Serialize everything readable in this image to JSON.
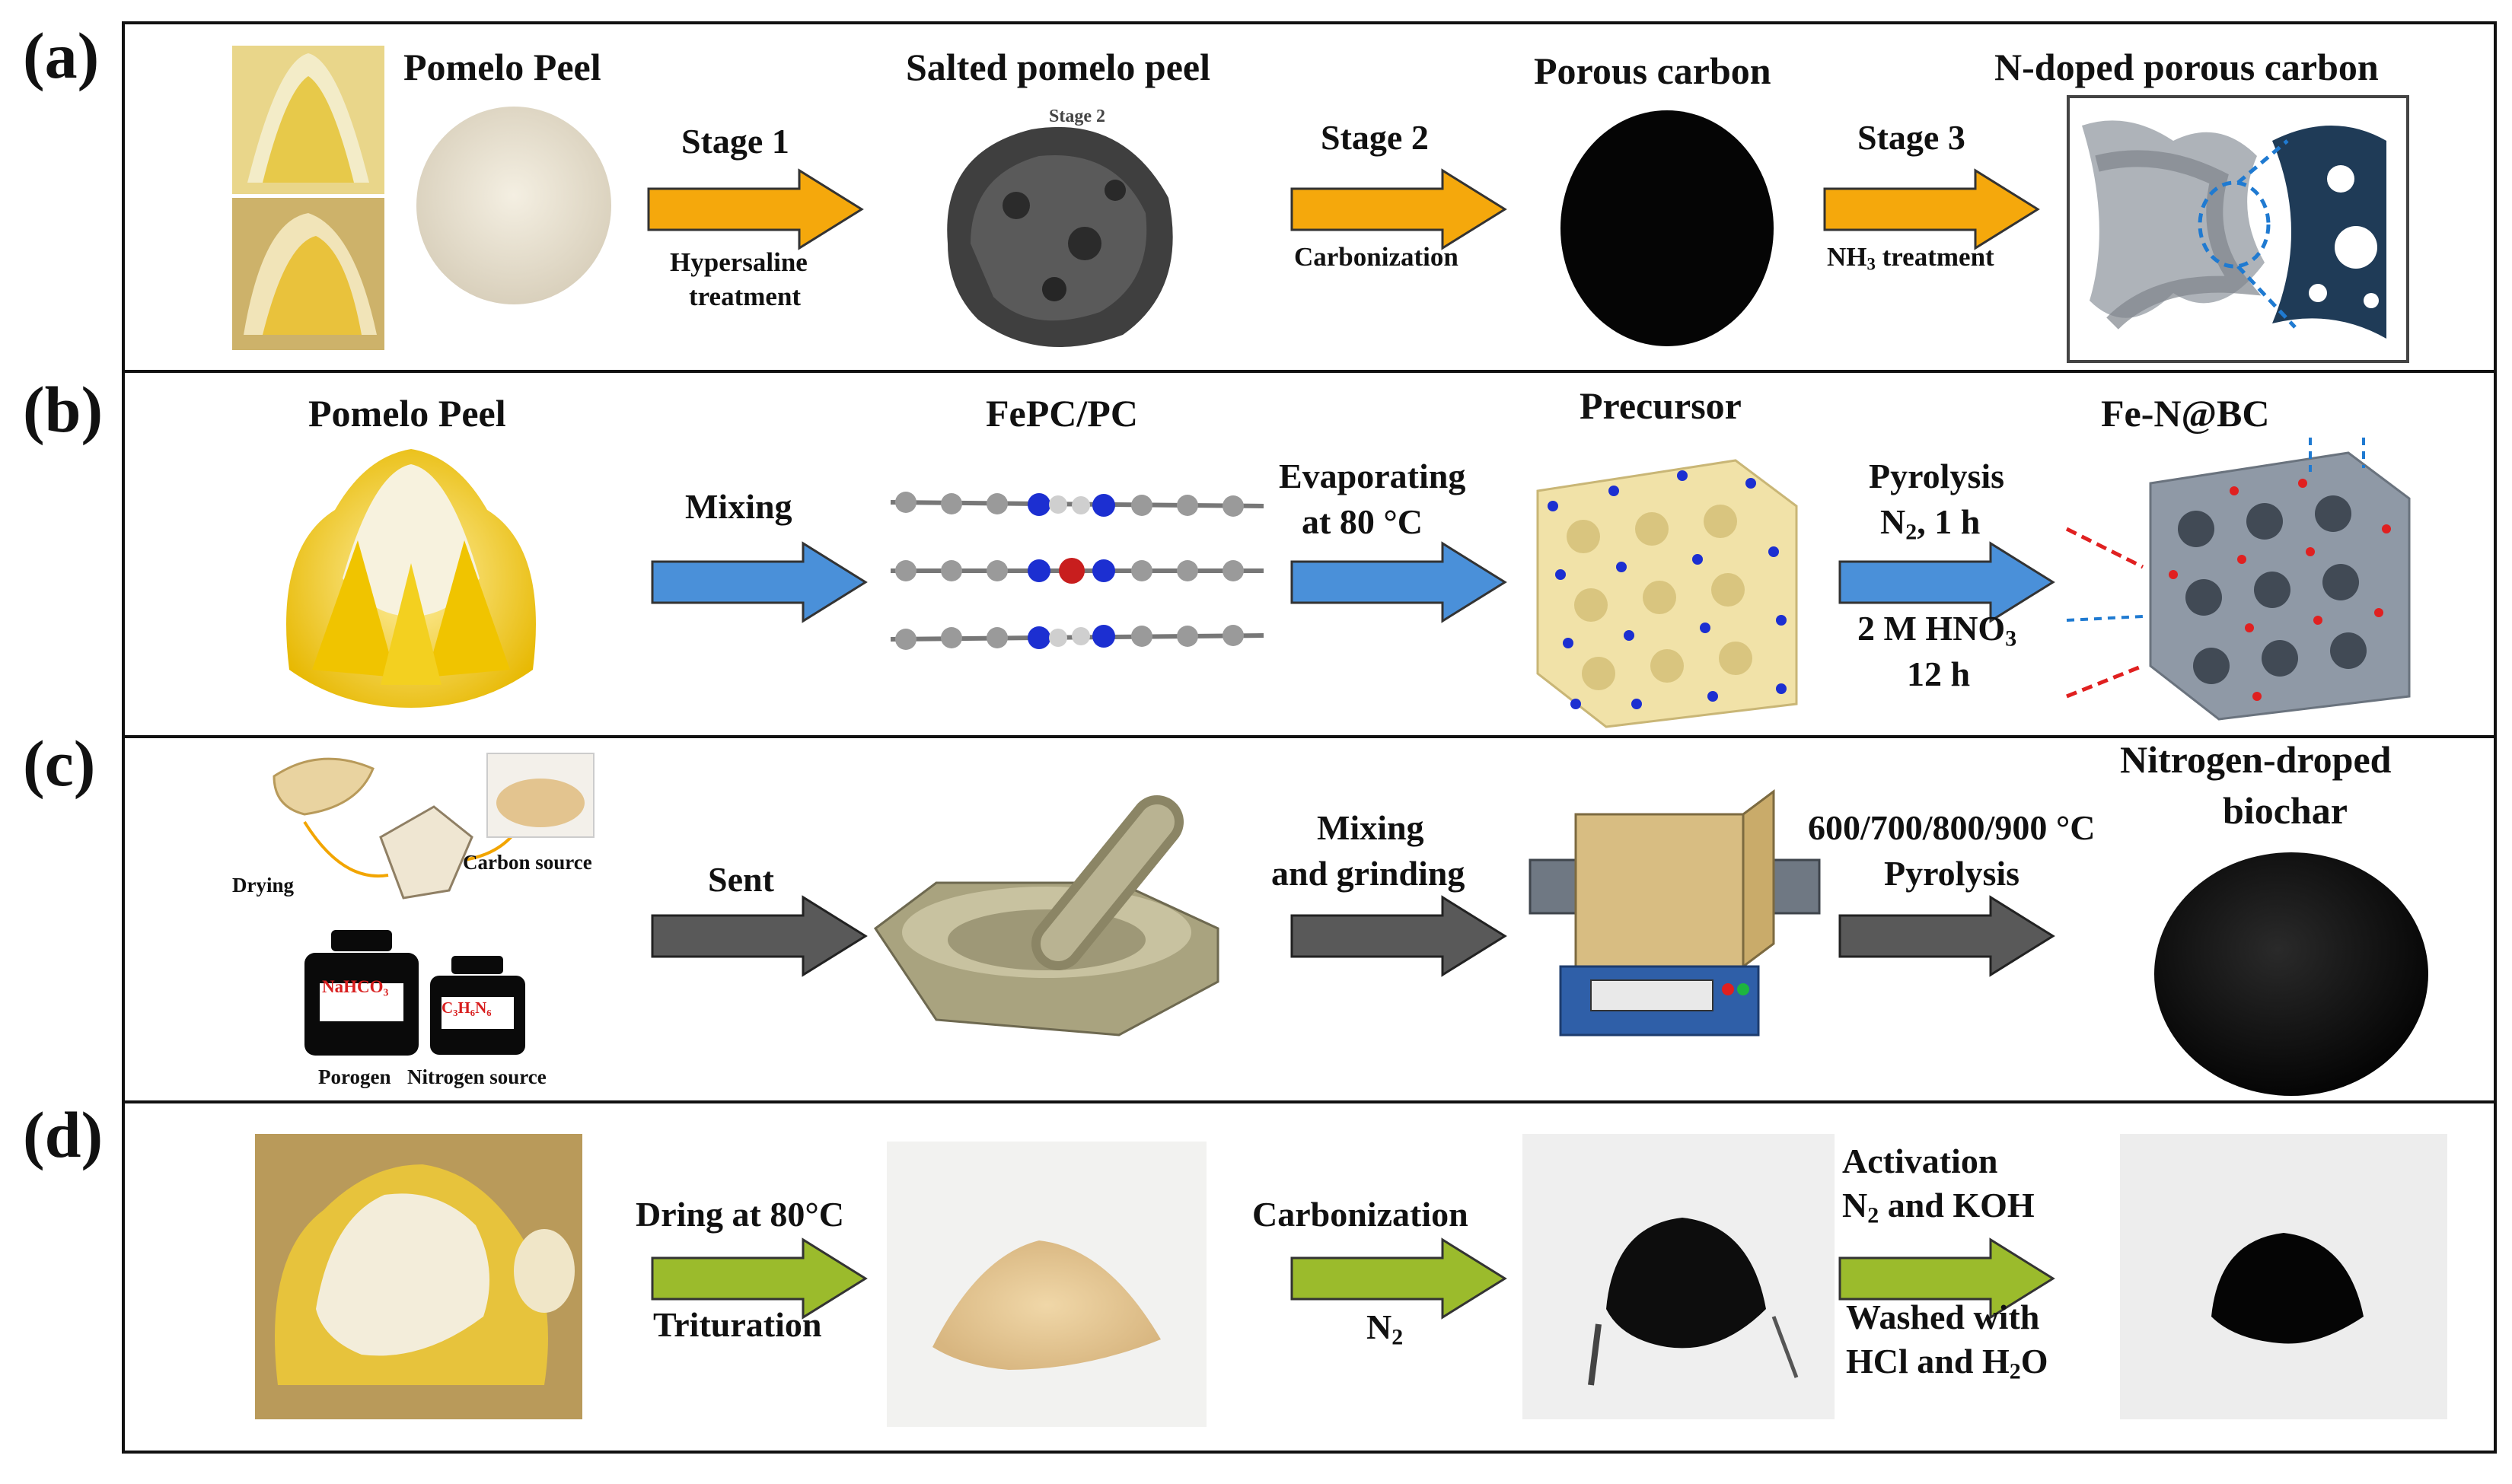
{
  "panels": {
    "a": {
      "letter": "(a)",
      "pomelo_peel": "Pomelo Peel",
      "salted": "Salted pomelo peel",
      "salted_overlay": "Stage 2",
      "porous": "Porous carbon",
      "ndoped": "N-doped porous carbon",
      "stage1": "Stage 1",
      "stage1_desc_1": "Hypersaline",
      "stage1_desc_2": "treatment",
      "stage2": "Stage 2",
      "stage2_desc": "Carbonization",
      "stage3": "Stage 3",
      "stage3_desc_pre": "NH",
      "stage3_desc_sub": "3",
      "stage3_desc_post": " treatment",
      "arrow_color": "#F5A80C"
    },
    "b": {
      "letter": "(b)",
      "pomelo_peel": "Pomelo Peel",
      "mixing": "Mixing",
      "fepc": "FePC/PC",
      "evap_1": "Evaporating",
      "evap_2": "at 80 °C",
      "precursor": "Precursor",
      "pyro_1": "Pyrolysis",
      "pyro_2_pre": "N",
      "pyro_2_sub": "2",
      "pyro_2_post": ", 1 h",
      "acid_pre": "2 M HNO",
      "acid_sub": "3",
      "acid_time": "12 h",
      "product": "Fe-N@BC",
      "arrow_color": "#4A90D9"
    },
    "c": {
      "letter": "(c)",
      "drying": "Drying",
      "carbon_source": "Carbon source",
      "nahco3": "NaHCO₃",
      "c3h6n6": "C₃H₆N₆",
      "porogen": "Porogen",
      "nitrogen_source": "Nitrogen source",
      "sent": "Sent",
      "mix_1": "Mixing",
      "mix_2": "and grinding",
      "temps": "600/700/800/900 °C",
      "pyrolysis": "Pyrolysis",
      "product_1": "Nitrogen-droped",
      "product_2": "biochar",
      "arrow_color": "#595959"
    },
    "d": {
      "letter": "(d)",
      "dry": "Dring at 80°C",
      "trit": "Trituration",
      "carb": "Carbonization",
      "n2_pre": "N",
      "n2_sub": "2",
      "act": "Activation",
      "act2_pre": "N",
      "act2_sub": "2",
      "act2_post": " and KOH",
      "wash1": "Washed with",
      "wash2_pre": "HCl and H",
      "wash2_sub": "2",
      "wash2_post": "O",
      "arrow_color": "#9BBB2C"
    }
  }
}
